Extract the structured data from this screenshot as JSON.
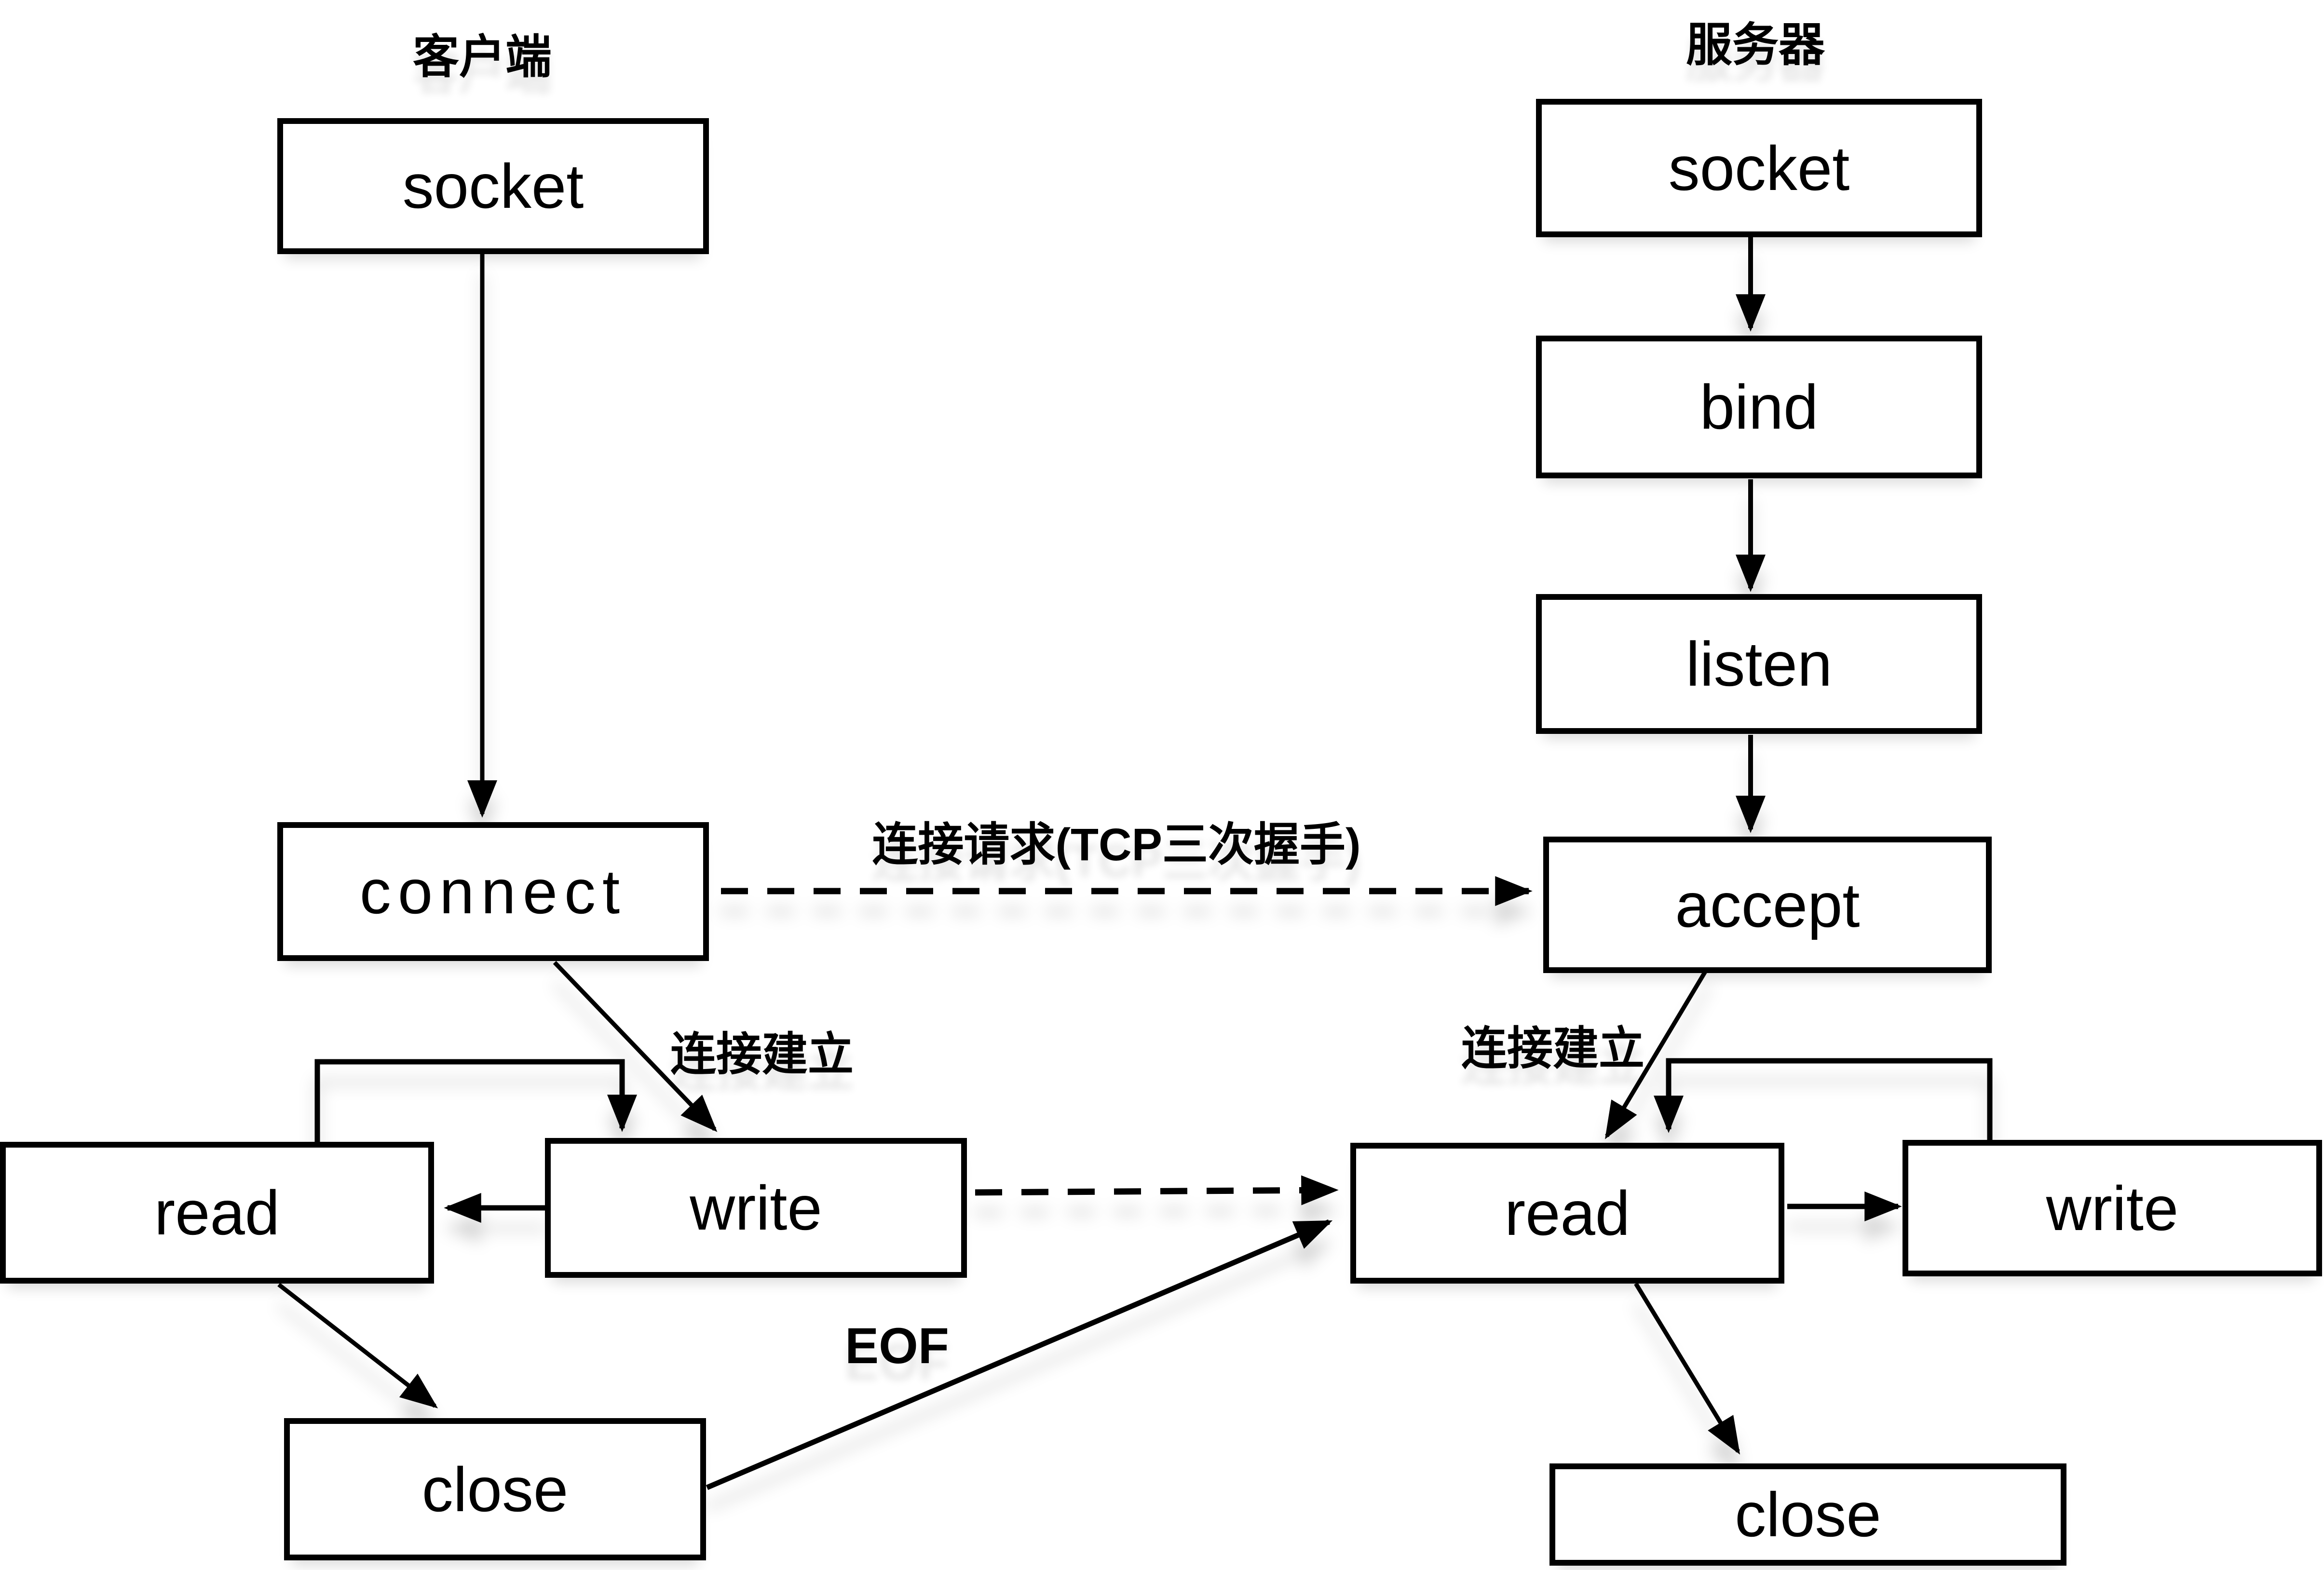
{
  "columns": {
    "client": {
      "title": "客户端"
    },
    "server": {
      "title": "服务器"
    }
  },
  "nodes": {
    "client_socket": "socket",
    "client_connect": "connect",
    "client_read": "read",
    "client_write": "write",
    "client_close": "close",
    "server_socket": "socket",
    "server_bind": "bind",
    "server_listen": "listen",
    "server_accept": "accept",
    "server_read": "read",
    "server_write": "write",
    "server_close": "close"
  },
  "edge_labels": {
    "handshake": "连接请求(TCP三次握手)",
    "established_client": "连接建立",
    "established_server": "连接建立",
    "eof": "EOF"
  },
  "colors": {
    "stroke": "#000000",
    "box_fill": "#ffffff",
    "background": "#ffffff"
  }
}
